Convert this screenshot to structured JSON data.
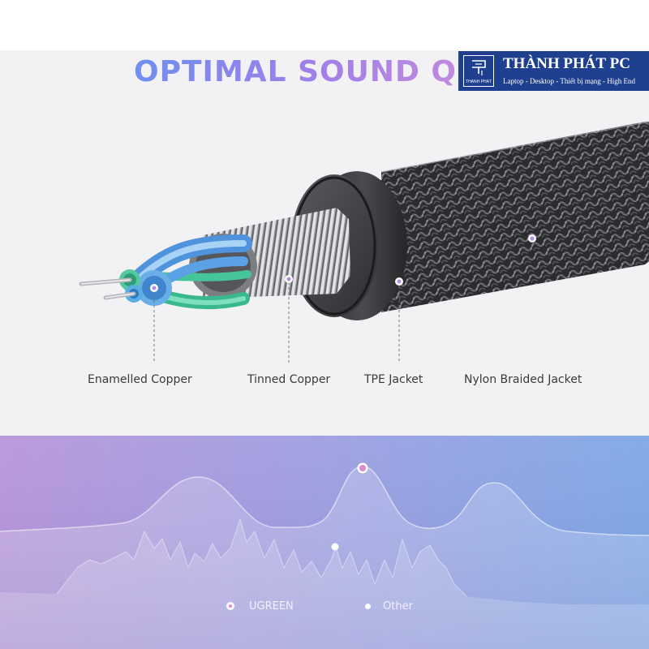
{
  "headline": "OPTIMAL SOUND QUA",
  "brand": {
    "name": "THÀNH PHÁT PC",
    "tagline": "Laptop - Desktop - Thiết bị mạng - High End",
    "logo_text": "THÀNH PHÁT",
    "color": "#1f3f8f"
  },
  "layers": [
    {
      "label": "Enamelled Copper"
    },
    {
      "label": "Tinned Copper"
    },
    {
      "label": "TPE Jacket"
    },
    {
      "label": "Nylon Braided Jacket"
    }
  ],
  "legend": [
    {
      "label": "UGREEN",
      "color": "#d98ad6",
      "icon": "ring-dot-icon"
    },
    {
      "label": "Other",
      "color": "#ffffff",
      "icon": "dot-icon"
    }
  ],
  "colors": {
    "panel_left": "#b58fd8",
    "panel_right": "#7aa4e4",
    "wire_blue": "#5f9fe3",
    "wire_green": "#4fc59f",
    "braid": "#2f3032"
  }
}
